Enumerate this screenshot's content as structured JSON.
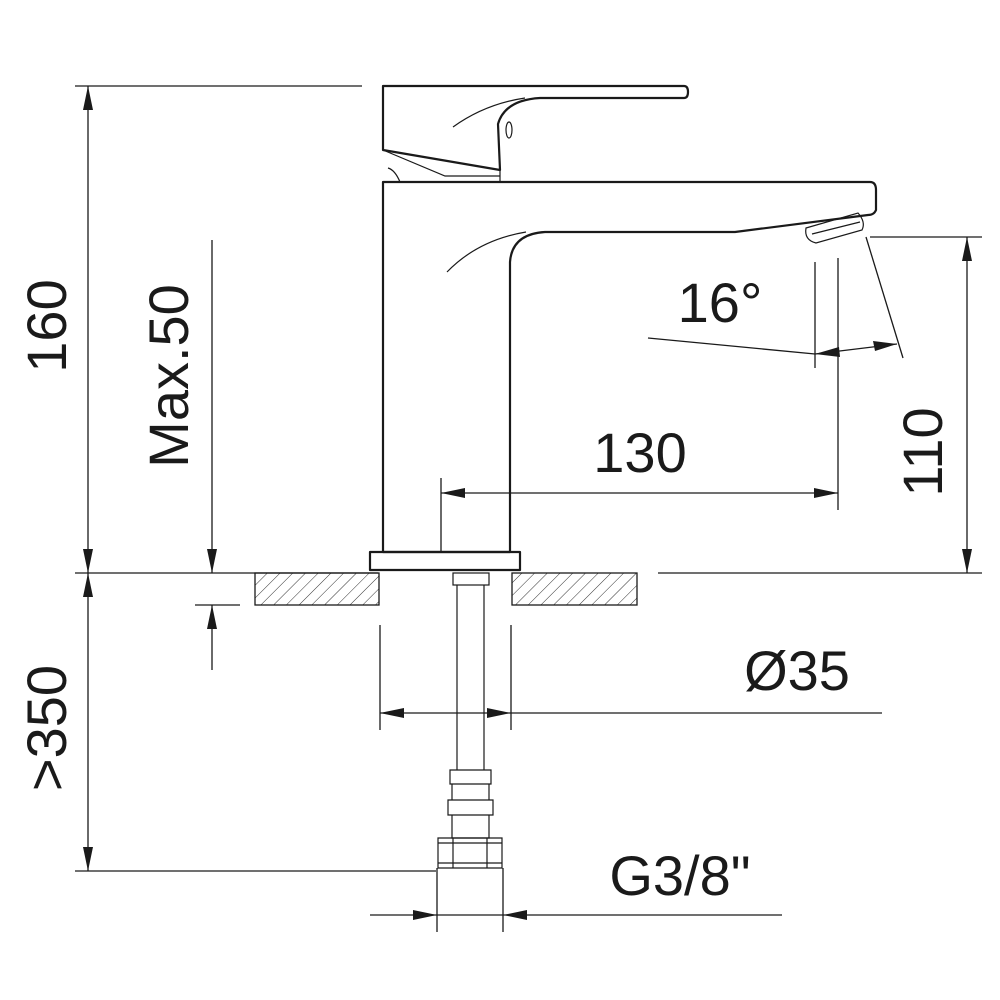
{
  "dimensions": {
    "total_height": "160",
    "max_deck": "Max.50",
    "under_deck": ">350",
    "angle": "16°",
    "reach": "130",
    "spout_height": "110",
    "base_diameter": "Ø35",
    "connection": "G3/8\""
  },
  "colors": {
    "line": "#1a1a1a",
    "background": "#ffffff"
  }
}
